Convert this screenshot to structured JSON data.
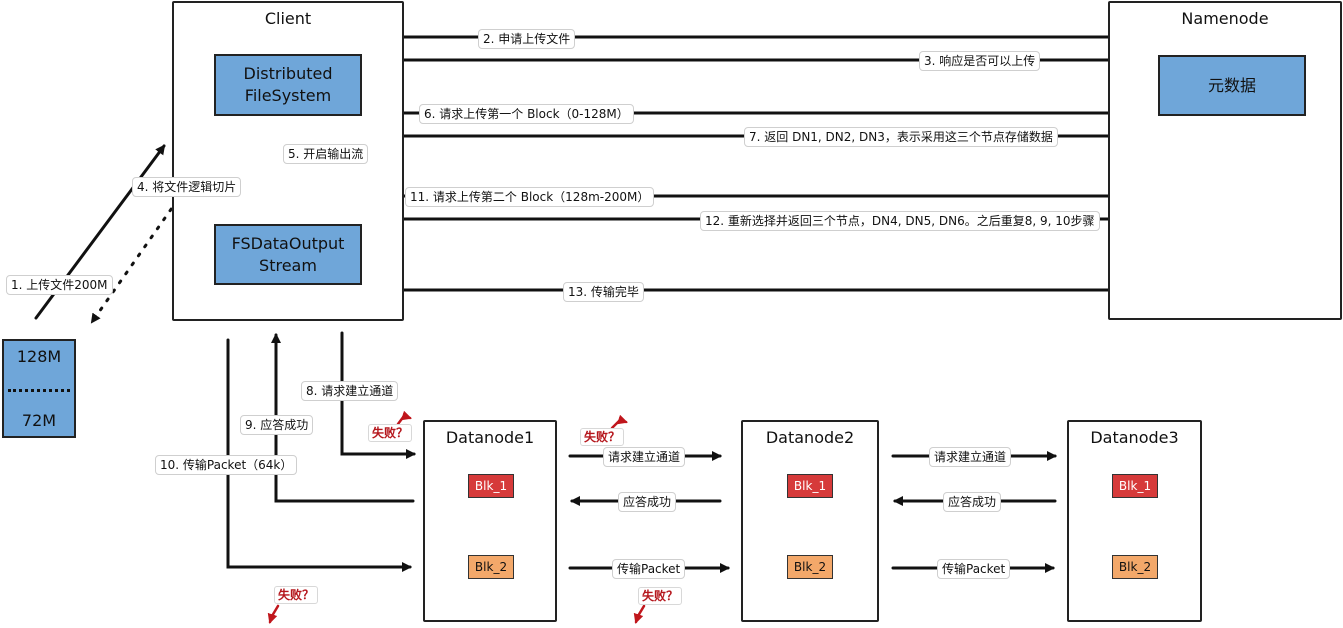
{
  "nodes": {
    "client": "Client",
    "namenode": "Namenode",
    "dfs": "Distributed\nFileSystem",
    "fsdos": "FSDataOutput\nStream",
    "metadata": "元数据",
    "dn1": "Datanode1",
    "dn2": "Datanode2",
    "dn3": "Datanode3",
    "blk1": "Blk_1",
    "blk2": "Blk_2"
  },
  "file": {
    "part1": "128M",
    "part2": "72M"
  },
  "steps": {
    "s1": "1. 上传文件200M",
    "s2": "2. 申请上传文件",
    "s3": "3. 响应是否可以上传",
    "s4": "4. 将文件逻辑切片",
    "s5": "5. 开启输出流",
    "s6": "6. 请求上传第一个 Block（0-128M）",
    "s7": "7. 返回 DN1, DN2, DN3，表示采用这三个节点存储数据",
    "s8": "8. 请求建立通道",
    "s9": "9. 应答成功",
    "s10": "10. 传输Packet（64k）",
    "s11": "11. 请求上传第二个 Block（128m-200M）",
    "s12": "12. 重新选择并返回三个节点，DN4, DN5, DN6。之后重复8, 9, 10步骤",
    "s13": "13. 传输完毕"
  },
  "pipeline": {
    "request": "请求建立通道",
    "ack": "应答成功",
    "packet": "传输Packet"
  },
  "fail": "失败？",
  "colors": {
    "box_blue": "#6fa6d9",
    "blk_red": "#d63a3a",
    "blk_orange": "#f3a86a",
    "fail_red": "#b5161c"
  }
}
